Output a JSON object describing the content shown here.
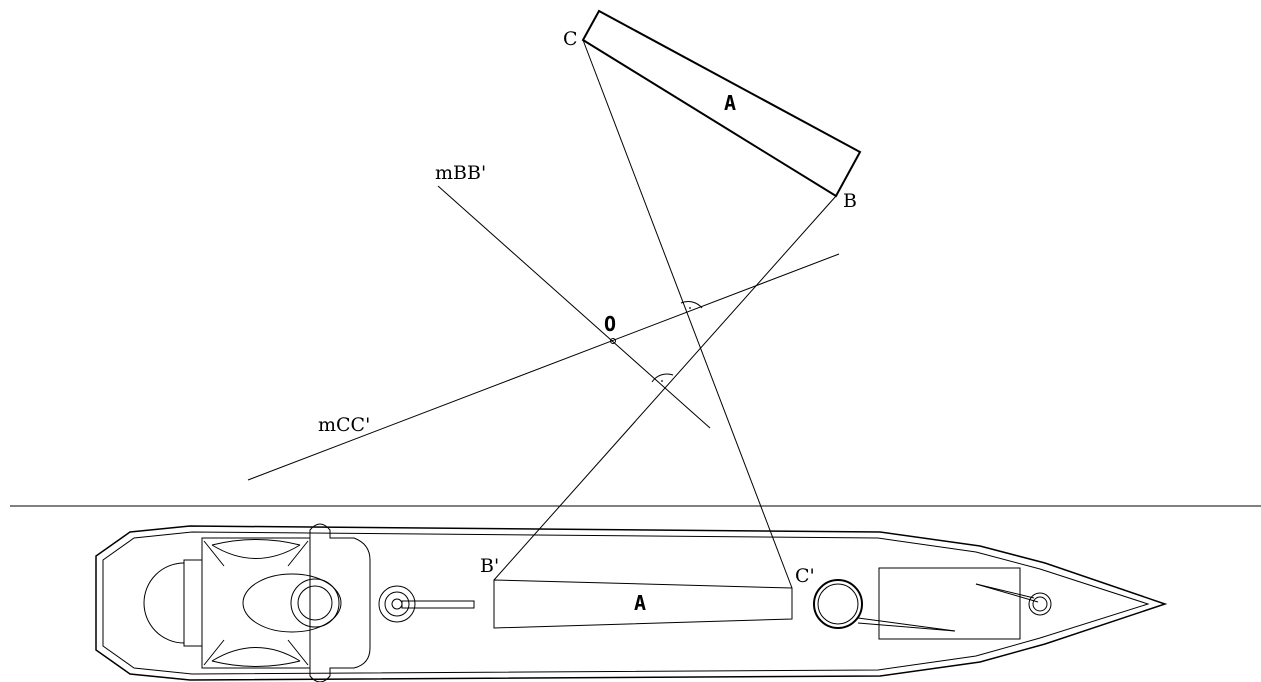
{
  "labels": {
    "c": "C",
    "b": "B",
    "a_top": "A",
    "mbb": "mBB'",
    "mcc": "mCC'",
    "o": "O",
    "b_prime": "B'",
    "c_prime": "C'",
    "a_bottom": "A"
  },
  "colors": {
    "stroke": "#000000",
    "background": "#ffffff"
  }
}
